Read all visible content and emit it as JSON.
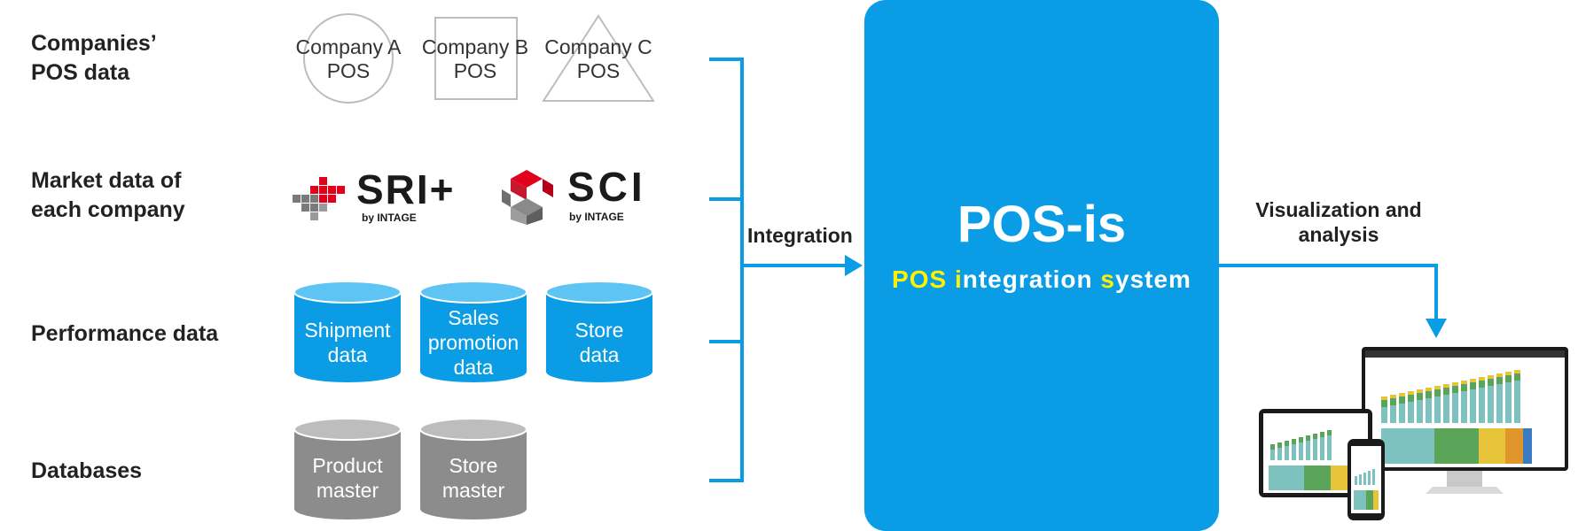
{
  "rows": [
    {
      "label": "Companies’\nPOS data"
    },
    {
      "label": "Market data of\neach company"
    },
    {
      "label": "Performance data"
    },
    {
      "label": "Databases"
    }
  ],
  "pos_sources": [
    {
      "shape": "circle",
      "label": "Company A\nPOS"
    },
    {
      "shape": "square",
      "label": "Company B\nPOS"
    },
    {
      "shape": "triangle",
      "label": "Company C\nPOS"
    }
  ],
  "logos": [
    {
      "name": "SRI+",
      "sub": "by INTAGE"
    },
    {
      "name": "SCI",
      "sub": "by INTAGE"
    }
  ],
  "performance": [
    {
      "label": "Shipment\ndata"
    },
    {
      "label": "Sales\npromotion\ndata"
    },
    {
      "label": "Store\ndata"
    }
  ],
  "databases": [
    {
      "label": "Product\nmaster"
    },
    {
      "label": "Store\nmaster"
    }
  ],
  "integration_label": "Integration",
  "system": {
    "title": "POS-is",
    "subtitle_parts": [
      {
        "text": "POS ",
        "color": "#FFF200"
      },
      {
        "text": "i",
        "color": "#FFF200"
      },
      {
        "text": "ntegration ",
        "color": "#FFFFFF"
      },
      {
        "text": "s",
        "color": "#FFF200"
      },
      {
        "text": "ystem",
        "color": "#FFFFFF"
      }
    ]
  },
  "output_label": "Visualization and\nanalysis",
  "colors": {
    "accent": "#0A9DE6",
    "cylinder_blue": "#0A9DE6",
    "cylinder_gray": "#8C8C8C",
    "highlight": "#FFF200",
    "logo_red": "#E2001A"
  },
  "icons": [
    "pos-circle-icon",
    "pos-square-icon",
    "pos-triangle-icon",
    "sri-logo-icon",
    "sci-logo-icon",
    "dashboard-devices-icon"
  ]
}
